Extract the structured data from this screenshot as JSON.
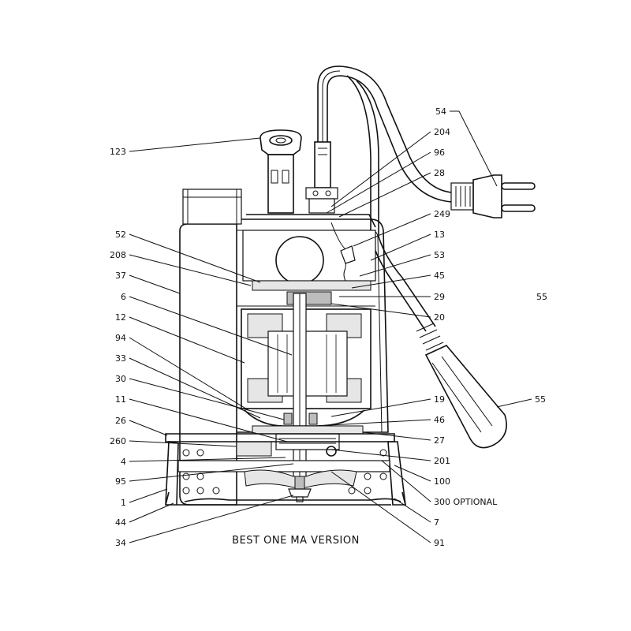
{
  "caption": "BEST ONE MA VERSION",
  "callouts": {
    "left": [
      "123",
      "52",
      "208",
      "37",
      "6",
      "12",
      "94",
      "33",
      "30",
      "11",
      "26",
      "260",
      "4",
      "95",
      "1",
      "44",
      "34"
    ],
    "right": [
      "54",
      "204",
      "96",
      "28",
      "249",
      "13",
      "53",
      "45",
      "29",
      "20",
      "19",
      "46",
      "27",
      "201",
      "100",
      "300 OPTIONAL",
      "7",
      "91"
    ],
    "extra": [
      "55",
      "55"
    ]
  }
}
